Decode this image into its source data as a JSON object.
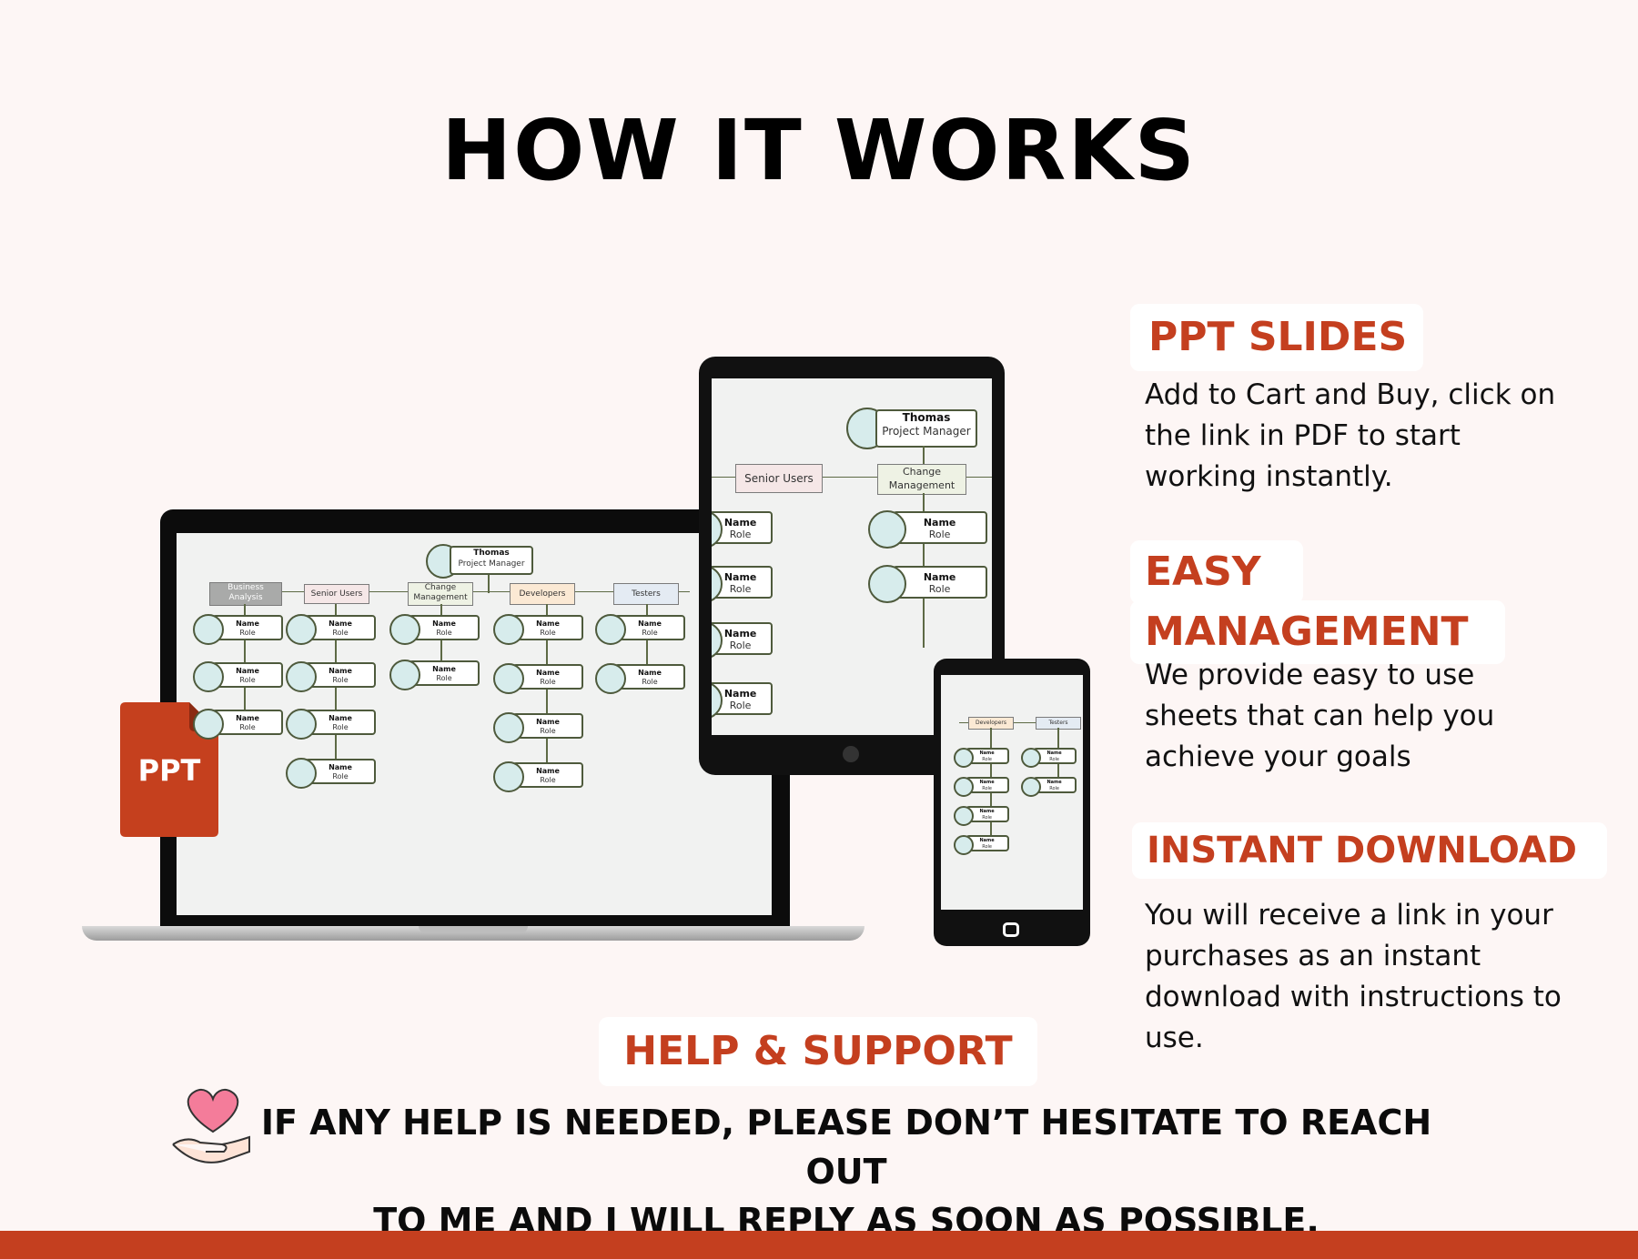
{
  "title": "HOW IT WORKS",
  "sections": {
    "ppt_slides": {
      "heading": "PPT SLIDES",
      "text": "Add to Cart and Buy, click on the link in PDF to start working instantly."
    },
    "easy_management": {
      "heading_line1": "EASY",
      "heading_line2": "MANAGEMENT",
      "text": "We provide easy to use sheets that can help you achieve your goals"
    },
    "instant_download": {
      "heading": "INSTANT DOWNLOAD",
      "text": "You will receive a link in your purchases as an instant download with instructions to use."
    },
    "help_support": {
      "heading": "HELP & SUPPORT",
      "text_line1": "IF ANY HELP IS NEEDED, PLEASE DON’T HESITATE TO REACH OUT",
      "text_line2": "TO ME AND I WILL REPLY AS SOON AS POSSIBLE."
    }
  },
  "ppt_badge": "PPT",
  "org_chart": {
    "top": {
      "name": "Thomas",
      "role": "Project Manager"
    },
    "departments": [
      "Business Analysis",
      "Senior Users",
      "Change Management",
      "Developers",
      "Testers"
    ],
    "member_name": "Name",
    "member_role": "Role"
  },
  "colors": {
    "accent": "#c43f1f",
    "background": "#fdf6f5",
    "bar": "#c43f1f",
    "heart": "#f47c9a"
  },
  "icons": [
    "ppt-file-icon",
    "heart-hand-icon"
  ]
}
